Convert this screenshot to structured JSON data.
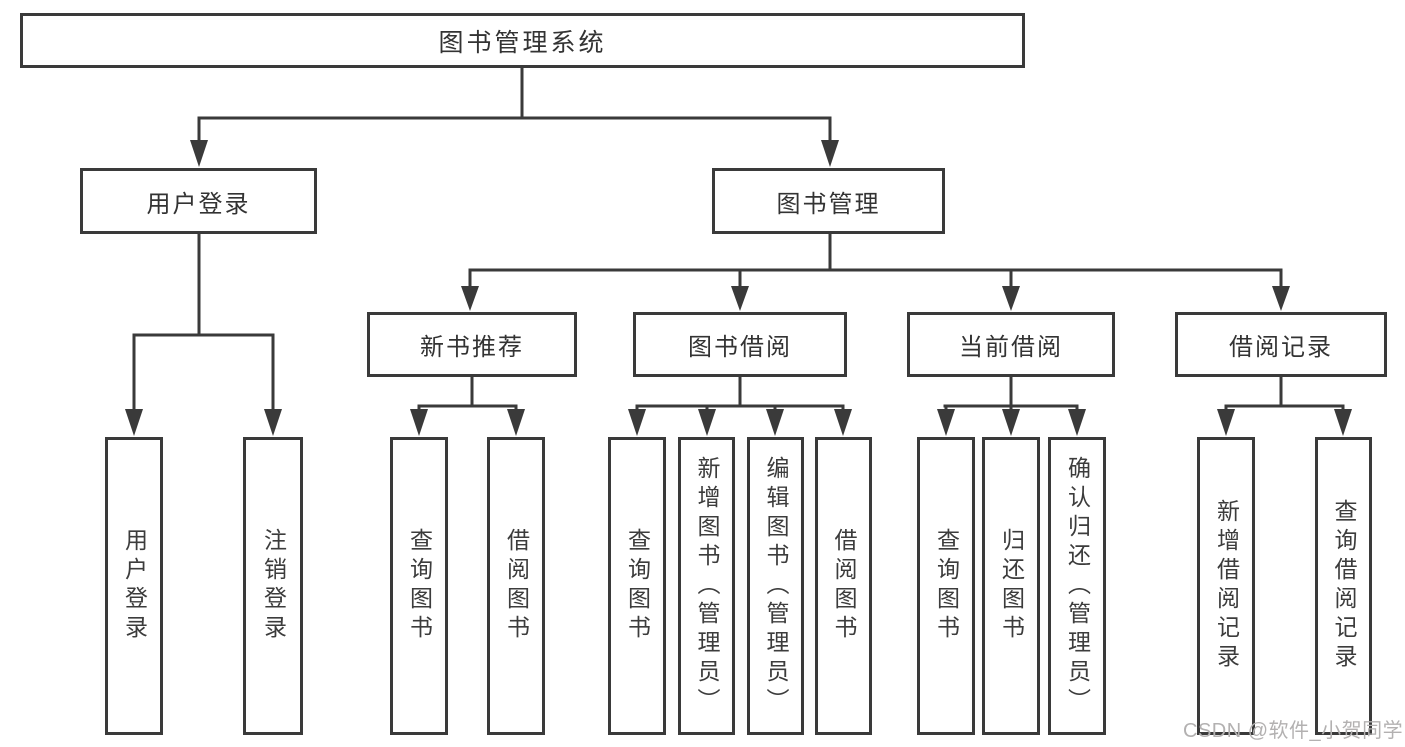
{
  "title": "图书管理系统",
  "watermark": "CSDN @软件_小贺同学",
  "colors": {
    "line": "#3a3a3a",
    "box_border": "#3a3a3a",
    "header_text": "#333333",
    "leaf_text": "#3c3c3c",
    "watermark": "#b3b1b1",
    "background": "#ffffff"
  },
  "tree": {
    "root": {
      "label": "图书管理系统",
      "children": [
        {
          "label": "用户登录",
          "children": [
            {
              "label": "用户登录"
            },
            {
              "label": "注销登录"
            }
          ]
        },
        {
          "label": "图书管理",
          "children": [
            {
              "label": "新书推荐",
              "children": [
                {
                  "label": "查询图书"
                },
                {
                  "label": "借阅图书"
                }
              ]
            },
            {
              "label": "图书借阅",
              "children": [
                {
                  "label": "查询图书"
                },
                {
                  "label": "新增图书（管理员）"
                },
                {
                  "label": "编辑图书（管理员）"
                },
                {
                  "label": "借阅图书"
                }
              ]
            },
            {
              "label": "当前借阅",
              "children": [
                {
                  "label": "查询图书"
                },
                {
                  "label": "归还图书"
                },
                {
                  "label": "确认归还（管理员）"
                }
              ]
            },
            {
              "label": "借阅记录",
              "children": [
                {
                  "label": "新增借阅记录"
                },
                {
                  "label": "查询借阅记录"
                }
              ]
            }
          ]
        }
      ]
    }
  }
}
